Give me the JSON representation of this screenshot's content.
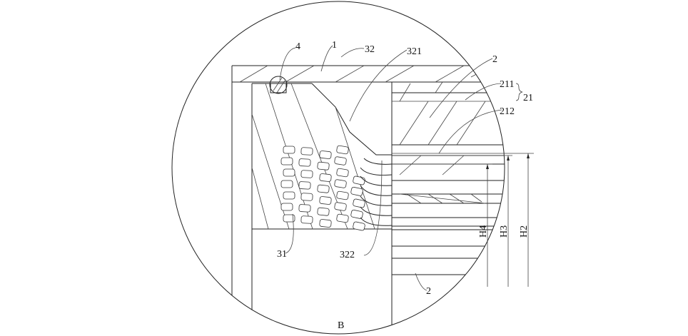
{
  "figure": {
    "caption": "B",
    "labels": {
      "ring": "4",
      "housing": "1",
      "seal_body": "32",
      "chamfer": "321",
      "layer_top": "2",
      "layer_211": "211",
      "group_21": "21",
      "layer_212": "212",
      "fiber_zone": "31",
      "lip": "322",
      "layer_bottom": "2",
      "height_h4": "H4",
      "height_h3": "H3",
      "height_h2": "H2"
    }
  }
}
